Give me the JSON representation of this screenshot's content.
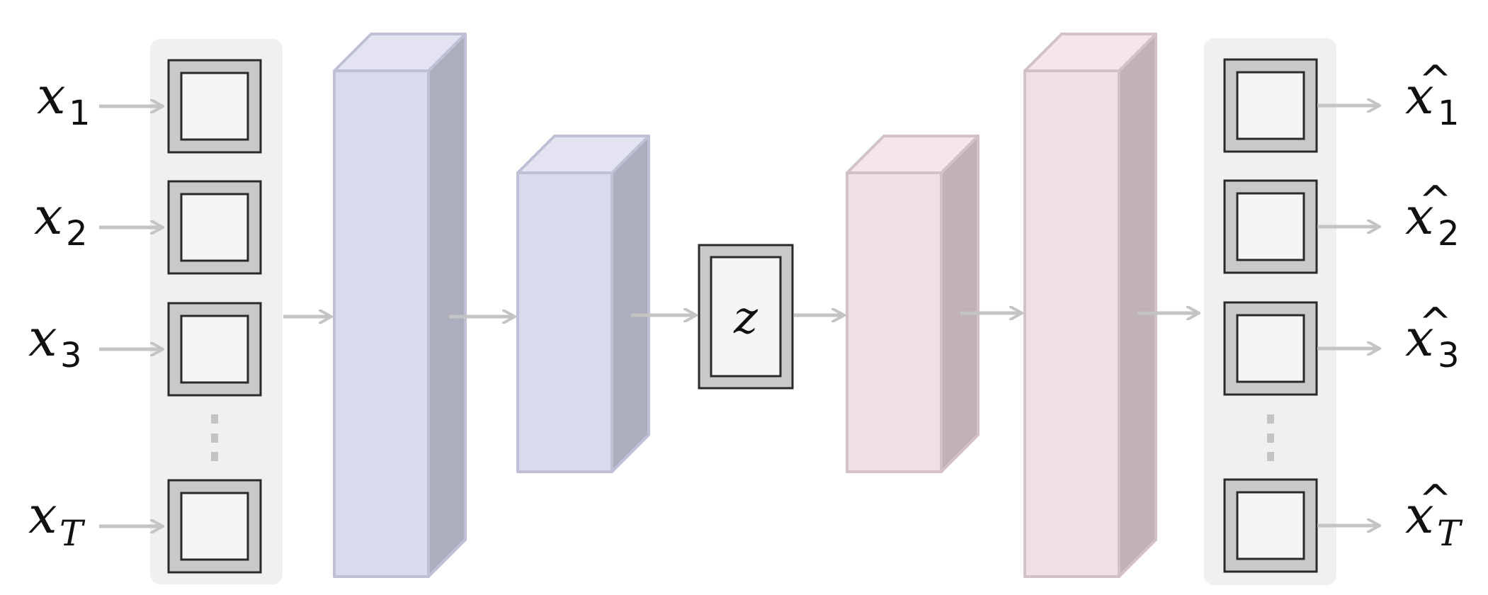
{
  "inputs": [
    {
      "var": "x",
      "sub": "1"
    },
    {
      "var": "x",
      "sub": "2"
    },
    {
      "var": "x",
      "sub": "3"
    },
    {
      "var": "x",
      "sub": "T"
    }
  ],
  "outputs": [
    {
      "var": "x",
      "hat": "^",
      "sub": "1"
    },
    {
      "var": "x",
      "hat": "^",
      "sub": "2"
    },
    {
      "var": "x",
      "hat": "^",
      "sub": "3"
    },
    {
      "var": "x",
      "hat": "^",
      "sub": "T"
    }
  ],
  "latent": {
    "label": "z"
  },
  "colors": {
    "encoder_front": "#d9daeb",
    "encoder_side": "#acadbd",
    "encoder_top": "#e3e3f1",
    "encoder_stroke": "#bfbfd6",
    "decoder_front": "#f1e0e6",
    "decoder_side": "#c1b2b8",
    "decoder_top": "#f5e6ec",
    "decoder_stroke": "#d3c1c8",
    "panel": "#f0f0f0",
    "cell_outer": "#c9c9c9",
    "cell_inner": "#f5f5f7",
    "cell_stroke": "#2a2a2a",
    "arrow": "#c4c4c4"
  }
}
